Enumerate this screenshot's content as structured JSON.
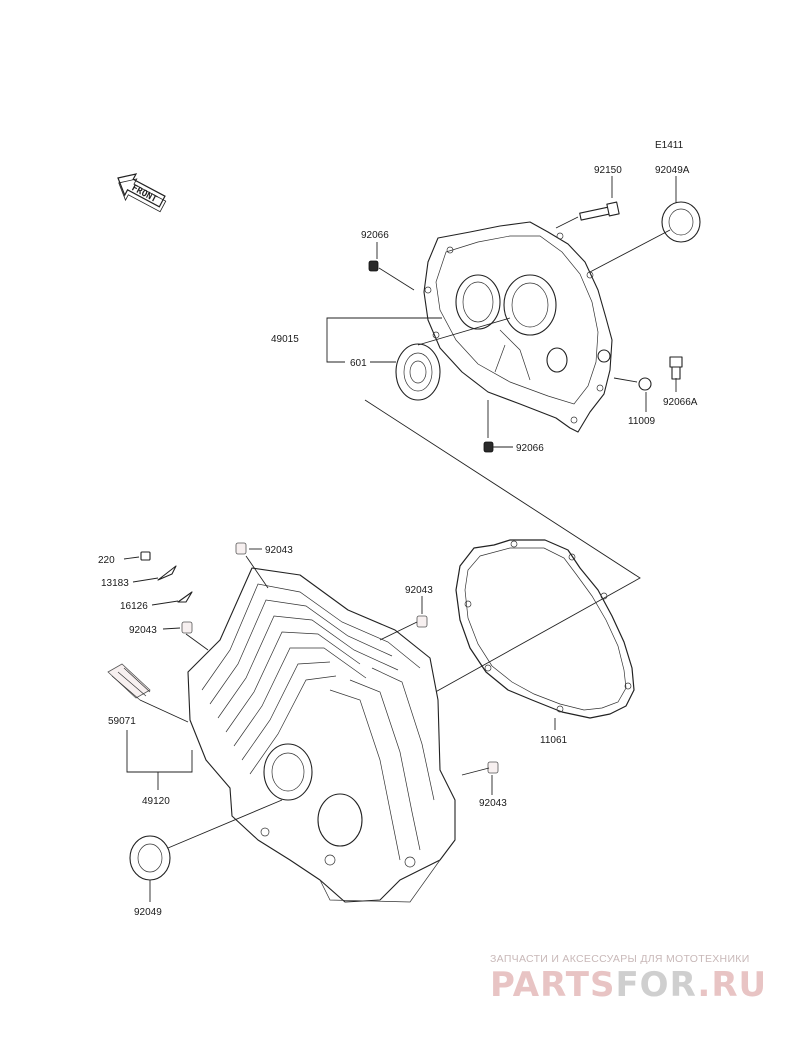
{
  "diagram_code": "E1411",
  "front_label": "FRONT",
  "labels": {
    "p92150": "92150",
    "p92049A": "92049A",
    "p92066_top": "92066",
    "p49015": "49015",
    "p601": "601",
    "p92066A": "92066A",
    "p11009": "11009",
    "p92066_bottom": "92066",
    "p220": "220",
    "p92043_a": "92043",
    "p13183": "13183",
    "p16126": "16126",
    "p92043_b": "92043",
    "p92043_c": "92043",
    "p59071": "59071",
    "p49120": "49120",
    "p11061": "11061",
    "p92043_d": "92043",
    "p92049": "92049"
  },
  "watermark": {
    "tagline": "ЗАПЧАСТИ И АКСЕССУАРЫ ДЛЯ МОТОТЕХНИКИ",
    "logo_part1": "PARTS",
    "logo_part2": "FOR",
    "logo_part3": ".RU",
    "color_primary": "#e8c4c4",
    "color_accent": "#cfcfcf"
  }
}
